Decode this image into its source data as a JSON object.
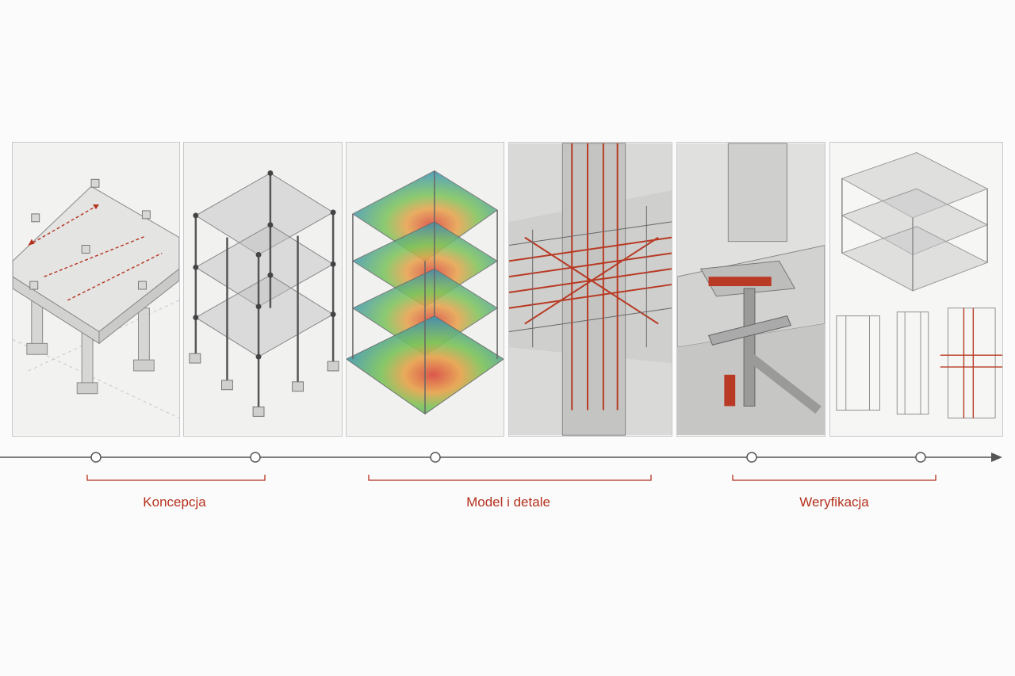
{
  "colors": {
    "accent": "#b5311e",
    "line": "#555555",
    "panel_border": "#c9c9c9",
    "concrete": "#e3e3e1",
    "rebar": "#b83a24"
  },
  "panels": [
    {
      "name": "slab-on-columns",
      "icon": "concept-slab-icon"
    },
    {
      "name": "structural-frame",
      "icon": "frame-wireframe-icon"
    },
    {
      "name": "stress-analysis",
      "icon": "heatmap-model-icon"
    },
    {
      "name": "rebar-detail",
      "icon": "rebar-joint-icon"
    },
    {
      "name": "mep-penetration",
      "icon": "pipe-penetration-icon"
    },
    {
      "name": "drawings-check",
      "icon": "drawings-icon"
    }
  ],
  "phases": [
    {
      "label": "Koncepcja"
    },
    {
      "label": "Model i detale"
    },
    {
      "label": "Weryfikacja"
    }
  ]
}
